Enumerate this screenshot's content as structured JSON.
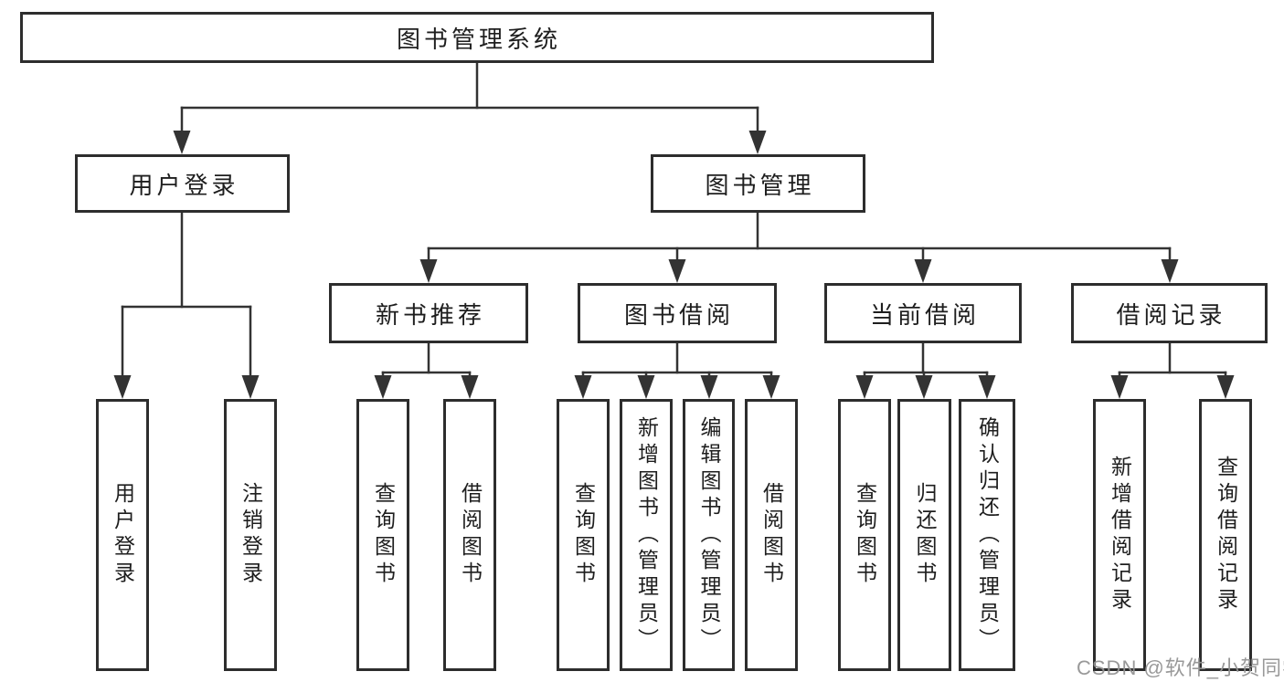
{
  "tree": {
    "root": "图书管理系统",
    "user_login": {
      "label": "用户登录",
      "children": [
        "用户登录",
        "注销登录"
      ]
    },
    "book_mgmt": {
      "label": "图书管理",
      "sections": {
        "new_book": {
          "label": "新书推荐",
          "children": [
            "查询图书",
            "借阅图书"
          ]
        },
        "borrow": {
          "label": "图书借阅",
          "children": [
            "查询图书",
            "新增图书（管理员）",
            "编辑图书（管理员）",
            "借阅图书"
          ]
        },
        "current": {
          "label": "当前借阅",
          "children": [
            "查询图书",
            "归还图书",
            "确认归还（管理员）"
          ]
        },
        "records": {
          "label": "借阅记录",
          "children": [
            "新增借阅记录",
            "查询借阅记录"
          ]
        }
      }
    }
  },
  "watermark": {
    "text": "CSDN @软件_小贺同学"
  },
  "colors": {
    "line": "#333333",
    "border": "#2d2d2d",
    "text": "#1e1e1e",
    "watermark": "#949494",
    "background": "#ffffff"
  }
}
